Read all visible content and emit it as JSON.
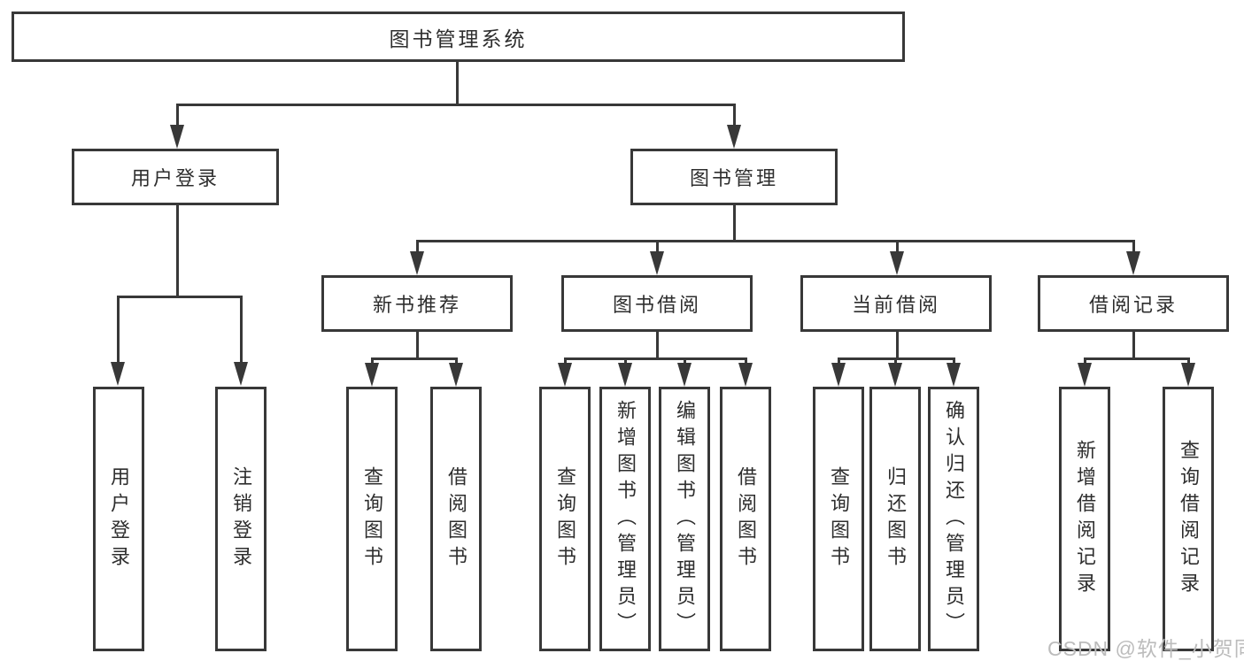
{
  "colors": {
    "line": "#383838",
    "box_border": "#383838",
    "text": "#2e2e2e",
    "background": "#ffffff",
    "watermark": "#bcbcbc"
  },
  "watermark": {
    "text": "CSDN @软件_小贺同学"
  },
  "tree": {
    "root": {
      "label": "图书管理系统"
    },
    "level2": [
      {
        "label": "用户登录"
      },
      {
        "label": "图书管理"
      }
    ],
    "level3": [
      {
        "label": "新书推荐"
      },
      {
        "label": "图书借阅"
      },
      {
        "label": "当前借阅"
      },
      {
        "label": "借阅记录"
      }
    ],
    "leaves": {
      "user_login": [
        "用户登录",
        "注销登录"
      ],
      "new_book": [
        "查询图书",
        "借阅图书"
      ],
      "book_borrow": [
        "查询图书",
        "新增图书（管理员）",
        "编辑图书（管理员）",
        "借阅图书"
      ],
      "current_borrow": [
        "查询图书",
        "归还图书",
        "确认归还（管理员）"
      ],
      "records": [
        "新增借阅记录",
        "查询借阅记录"
      ]
    }
  }
}
